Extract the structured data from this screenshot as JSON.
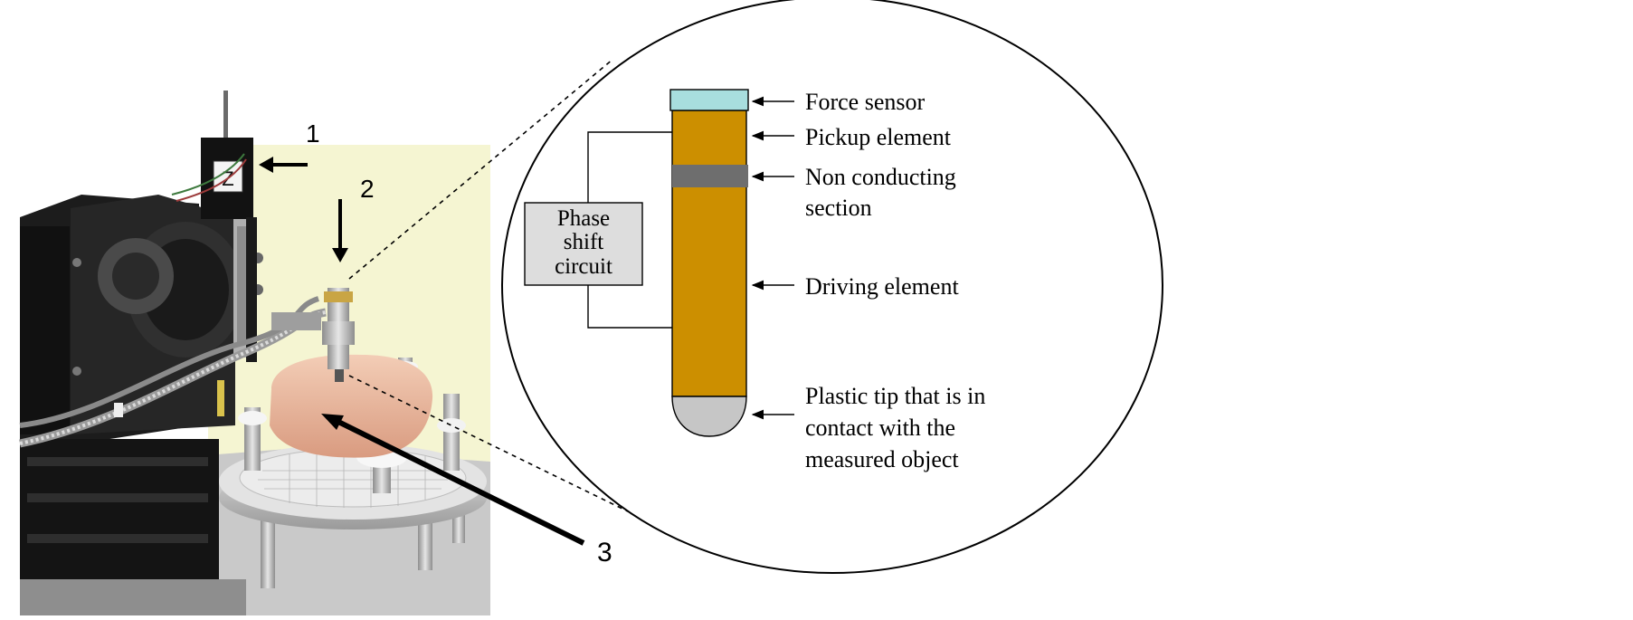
{
  "photo": {
    "axis_label": "Z",
    "callouts": [
      "1",
      "2",
      "3"
    ]
  },
  "probe": {
    "circuit_label": [
      "Phase",
      "shift",
      "circuit"
    ],
    "labels": {
      "force_sensor": "Force sensor",
      "pickup_element": "Pickup element",
      "non_conducting": [
        "Non conducting",
        "section"
      ],
      "driving_element": "Driving element",
      "plastic_tip": [
        "Plastic tip that is in",
        "contact with the",
        "measured object"
      ]
    }
  },
  "colors": {
    "probe_body": "#cc8f00",
    "force_sensor": "#a8dede",
    "non_conducting": "#6e6e6e",
    "tip": "#c6c6c6",
    "circuit_box": "#dddddd",
    "photo_wall": "#f5f5d2",
    "photo_bench": "#c9c9c9",
    "tissue": "#e9b8a0"
  }
}
